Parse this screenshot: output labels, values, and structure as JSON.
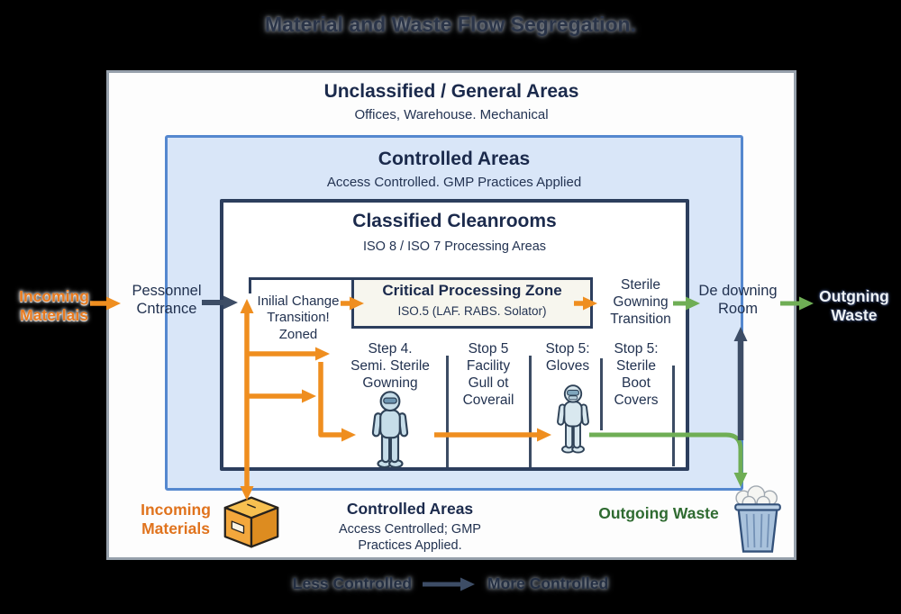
{
  "title": "Material and Waste Flow Segregation.",
  "colors": {
    "orange_arrow": "#ef8e1f",
    "green_arrow": "#6fae55",
    "navy_arrow": "#3d4d66",
    "controlled_fill": "#d9e6f8",
    "controlled_border": "#5588cf",
    "classified_border": "#2c3e5d",
    "outer_border": "#97a1ac",
    "incoming_orange": "#e0731d",
    "outgoing_green": "#2f6b31",
    "heading_navy": "#1b2a4c"
  },
  "zones": {
    "unclassified": {
      "title": "Unclassified / General Areas",
      "subtitle": "Offices, Warehouse. Mechanical"
    },
    "controlled": {
      "title": "Controlled Areas",
      "subtitle": "Access Controlled. GMP Practices Applied"
    },
    "classified": {
      "title": "Classified Cleanrooms",
      "subtitle": "ISO 8 / ISO 7 Processing Areas"
    },
    "critical": {
      "title": "Critical Processing Zone",
      "subtitle": "ISO.5 (LAF. RABS. Solator)"
    }
  },
  "flow": {
    "incoming_outside": "Incoming\nMaterlais",
    "personnel_entrance": "Pessonnel\nCntrance",
    "transition_zone": "Inilial Change\nTransition!\nZoned",
    "sterile_gowning": "Sterile\nGowning\nTransition",
    "degowning_room": "De downing\nRoom",
    "outgoing_outside": "Outgning\nWaste"
  },
  "steps": [
    {
      "label": "Step 4.\nSemi. Sterile\nGowning"
    },
    {
      "label": "Stop 5\nFacility\nGull ot\nCoverail"
    },
    {
      "label": "Stop 5:\nGloves"
    },
    {
      "label": "Stop 5:\nSterile\nBoot\nCovers"
    }
  ],
  "bottom": {
    "incoming": "Incoming\nMaterials",
    "controlled_title": "Controlled Areas",
    "controlled_subtitle": "Access Centrolled; GMP\nPractices Applied.",
    "outgoing": "Outgoing Waste"
  },
  "legend": {
    "less": "Less Controlled",
    "more": "More Controlled"
  },
  "icons": {
    "package": "package-box-icon",
    "waste_bin": "waste-bin-icon",
    "person1": "gowned-person-icon",
    "person2": "gowned-person-icon"
  }
}
